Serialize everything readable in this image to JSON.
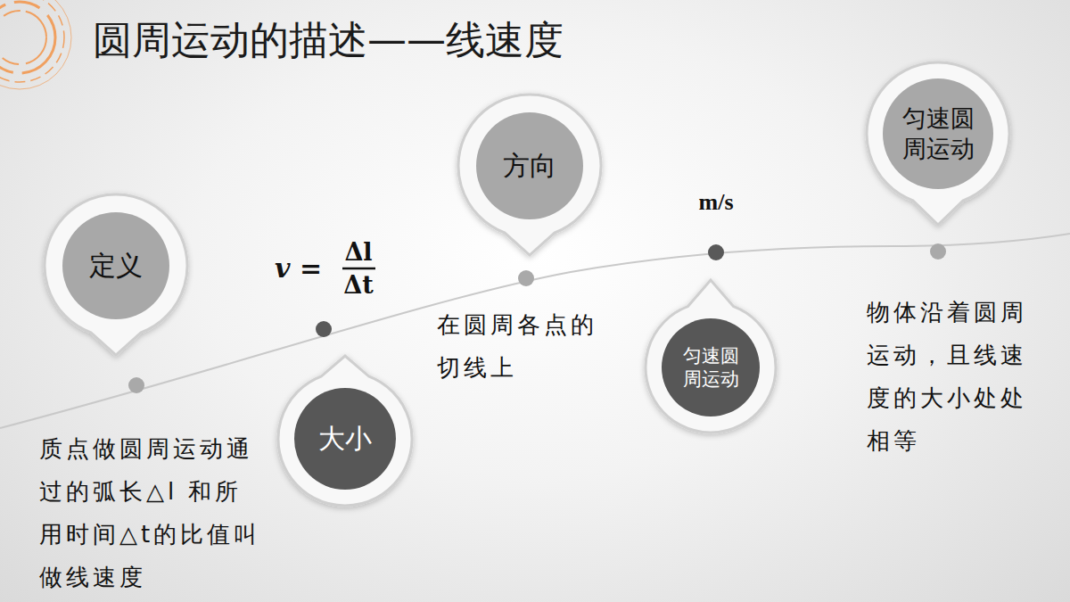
{
  "diagram": {
    "title": "圆周运动的描述——线速度",
    "nodes": [
      {
        "text": [
          "定义"
        ]
      },
      {
        "text": [
          "大小"
        ]
      },
      {
        "text": [
          "方向"
        ]
      },
      {
        "text": [
          "匀速圆周运动"
        ]
      },
      {
        "text": [
          "匀速圆周运动"
        ]
      }
    ],
    "labels": [
      "v =",
      "Δl",
      "Δt",
      "在圆周各点的切线上",
      "m/s",
      "质点做圆周运动通过的弧长△l 和所用时间△t的比值叫做线速度",
      "物体沿着圆周运动，且线速度的大小处处相等"
    ]
  }
}
